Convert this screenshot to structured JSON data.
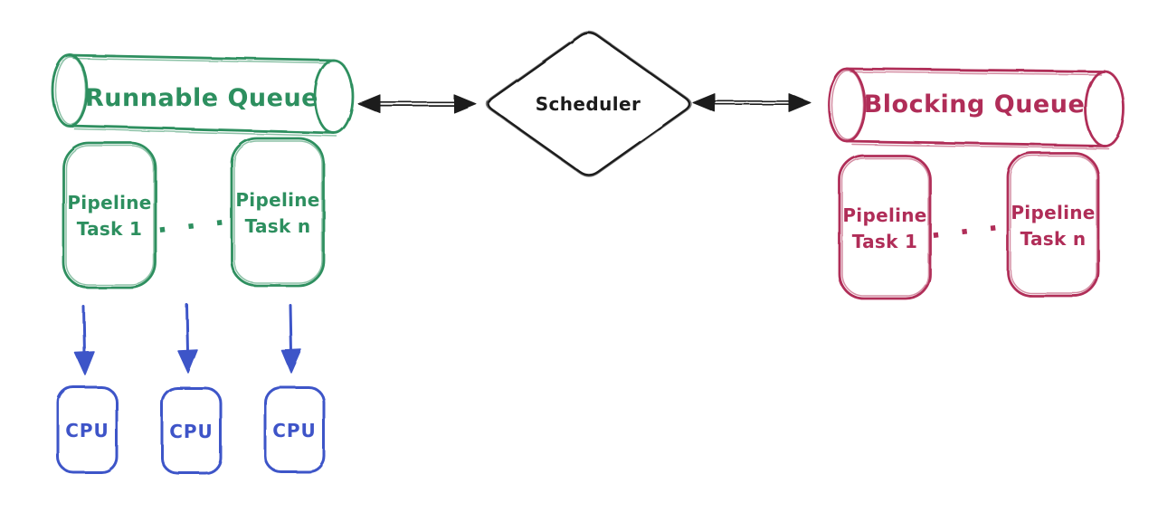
{
  "colors": {
    "green": "#2d8f5f",
    "crimson": "#b02d58",
    "blue": "#3e54c8",
    "ink": "#1c1c1c"
  },
  "left": {
    "queue_label": "Runnable Queue",
    "tasks": [
      {
        "line1": "Pipeline",
        "line2": "Task 1"
      },
      {
        "line1": "Pipeline",
        "line2": "Task n"
      }
    ],
    "ellipsis": "· · ·",
    "cpus": [
      "CPU",
      "CPU",
      "CPU"
    ]
  },
  "center": {
    "scheduler_label": "Scheduler"
  },
  "right": {
    "queue_label": "Blocking Queue",
    "tasks": [
      {
        "line1": "Pipeline",
        "line2": "Task 1"
      },
      {
        "line1": "Pipeline",
        "line2": "Task n"
      }
    ],
    "ellipsis": "· · ·"
  }
}
